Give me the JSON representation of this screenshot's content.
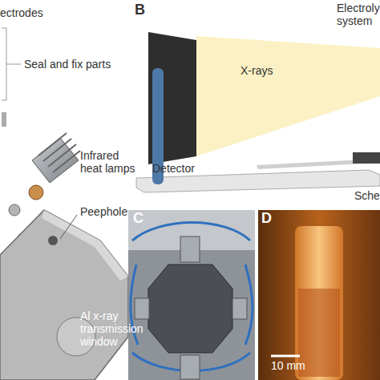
{
  "diagram": {
    "labels": [
      "ectrodes",
      "Seal and fix parts",
      "B",
      "Electroly system",
      "X-rays",
      "Detector",
      "Sche",
      "Infrared heat lamps",
      "Peephole",
      "C",
      "D",
      "Al x-ray transmission window",
      "10 mm"
    ]
  }
}
